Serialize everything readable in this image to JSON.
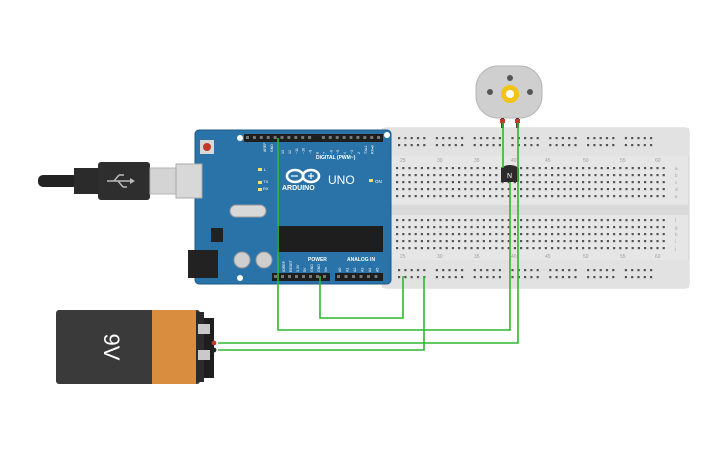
{
  "circuit": {
    "arduino": {
      "brand": "ARDUINO",
      "model": "UNO",
      "digital_header": "DIGITAL (PWM~)",
      "power_header": "POWER",
      "analog_header": "ANALOG IN",
      "on_label": "ON",
      "tx_label": "TX",
      "rx_label": "RX",
      "l_label": "L",
      "aref_label": "AREF",
      "gnd_label": "GND",
      "digital_pins": [
        "13",
        "12",
        "~11",
        "~10",
        "~9",
        "8",
        "7",
        "~6",
        "~5",
        "4",
        "~3",
        "2",
        "TX▸1",
        "RX◂0"
      ],
      "power_pins": [
        "IOREF",
        "RESET",
        "3.3V",
        "5V",
        "GND",
        "GND",
        "Vin"
      ],
      "analog_pins": [
        "A0",
        "A1",
        "A2",
        "A3",
        "A4",
        "A5"
      ]
    },
    "battery": {
      "label": "9V"
    },
    "transistor": {
      "label": "N"
    },
    "breadboard": {
      "column_numbers_top": [
        "25",
        "30",
        "35",
        "40",
        "45",
        "50",
        "55",
        "60"
      ],
      "column_numbers_bottom": [
        "25",
        "30",
        "35",
        "40",
        "45",
        "50",
        "55",
        "60"
      ],
      "row_letters_top": [
        "a",
        "b",
        "c",
        "d",
        "e"
      ],
      "row_letters_bottom": [
        "f",
        "g",
        "h",
        "i",
        "j"
      ]
    },
    "colors": {
      "arduino_board": "#2a73a8",
      "wire": "#2eb82e",
      "battery_body": "#3a3a3a",
      "battery_label": "#d98d3f",
      "breadboard": "#e8e8e8",
      "motor_body": "#cfcfcf",
      "motor_gear": "#f2c418"
    }
  }
}
